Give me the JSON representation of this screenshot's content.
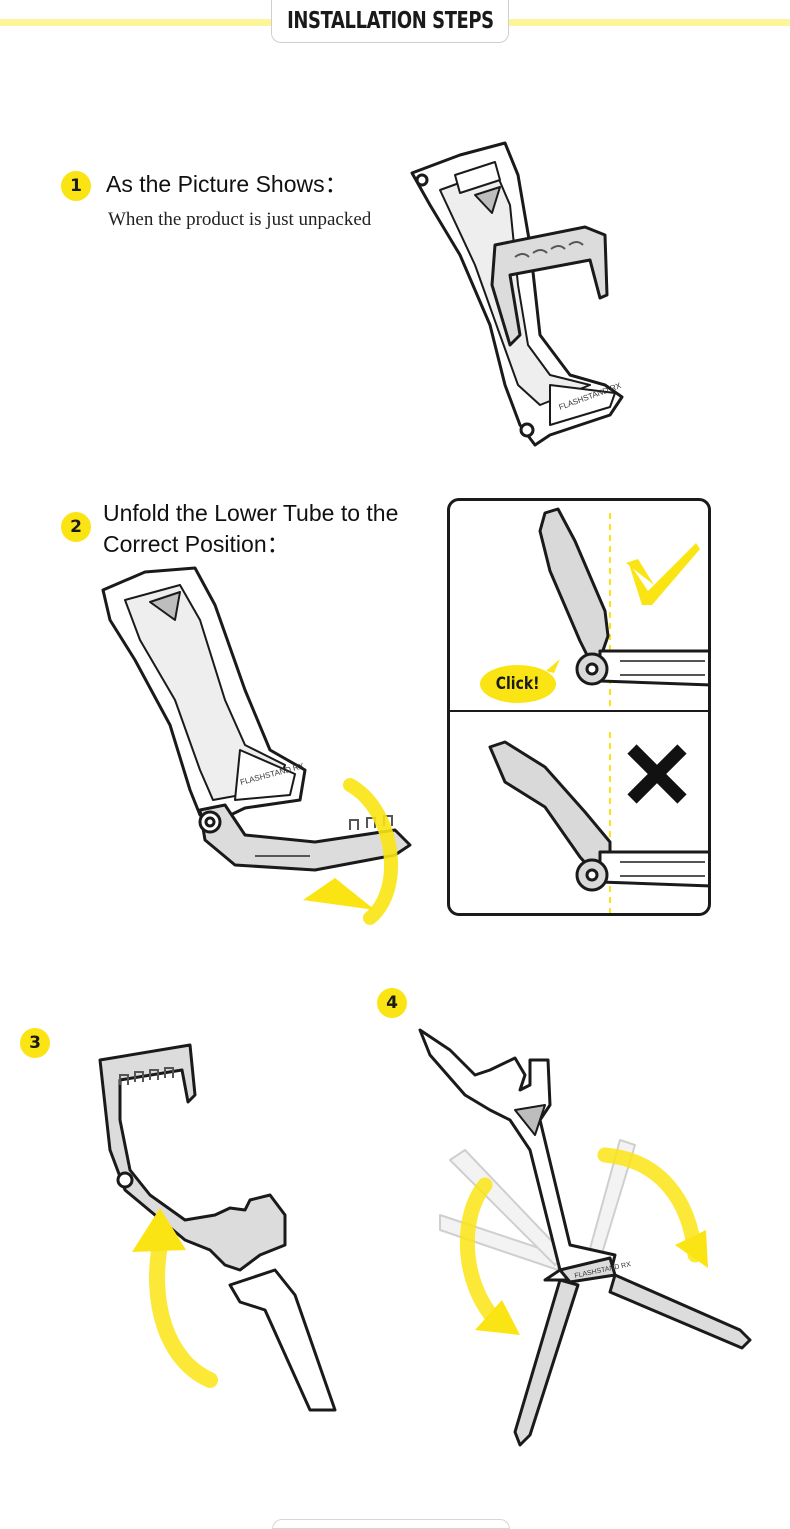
{
  "header": {
    "title": "INSTALLATION STEPS"
  },
  "steps": [
    {
      "number": "1",
      "title": "As the Picture Shows：",
      "subtitle": "When the product is just unpacked"
    },
    {
      "number": "2",
      "title_line1": "Unfold the Lower Tube to the",
      "title_line2": "Correct Position："
    },
    {
      "number": "3"
    },
    {
      "number": "4"
    }
  ],
  "comparison": {
    "click_label": "Click!",
    "correct_icon": "check-mark-icon",
    "wrong_icon": "x-mark-icon"
  },
  "product_label": "FLASHSTAND RX",
  "colors": {
    "accent": "#fbe413",
    "banner": "#fdf59a",
    "outline": "#1a1a1a",
    "metal": "#d9d9d9"
  }
}
